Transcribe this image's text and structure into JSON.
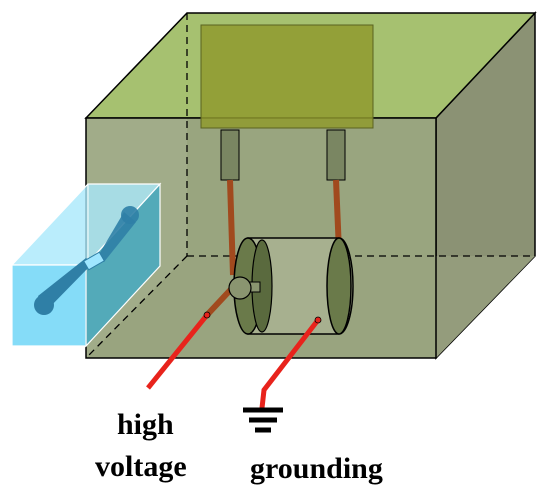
{
  "labels": {
    "high_voltage_line1": "high",
    "high_voltage_line2": "voltage",
    "grounding": "grounding"
  },
  "colors": {
    "box_front": "#99a57f",
    "box_side": "#8b9274",
    "box_top": "#a6c170",
    "box_back": "#9aa282",
    "top_plate": "#8f9a2e",
    "electrode_body": "#6a7a4a",
    "electrode_dark": "#4e5a36",
    "wire_brown": "#a14a1e",
    "wire_red": "#e8231c",
    "window_glass": "#70d6f7",
    "needle": "#2f7fa6",
    "outline": "#000000"
  }
}
